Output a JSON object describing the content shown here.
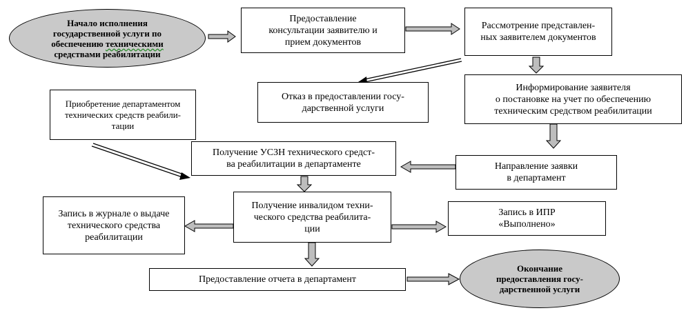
{
  "nodes": {
    "start": {
      "lines": [
        "Начало исполнения",
        "государственной услуги по",
        "обеспечению ",
        "средствами реабилитации"
      ],
      "underlined_word": "техническими"
    },
    "consult": "Предоставление\nконсультации заявителю  и\nприем документов",
    "review": "Рассмотрение представлен-\nных заявителем документов",
    "refusal": "Отказ в предоставлении госу-\nдарственной услуги",
    "inform": "Информирование заявителя\nо постановке на учет  по обеспечению\nтехническим средством реабилитации",
    "purchase": "Приобретение департаментом\nтехнических средств реабили-\nтации",
    "receive_uszn": "Получение УСЗН технического средст-\nва реабилитации в департаменте",
    "request": "Направление заявки\nв департамент",
    "journal": "Запись в журнале о выдаче\nтехнического средства\nреабилитации",
    "receive_disabled": "Получение инвалидом техни-\nческого средства реабилита-\nции",
    "ipr": "Запись в ИПР\n«Выполнено»",
    "report": "Предоставление отчета в департамент",
    "end": "Окончание\nпредоставления госу-\nдарственной услуги"
  },
  "colors": {
    "arrow_fill": "#bdbdbd",
    "oval_fill": "#c9c9c9",
    "border": "#000000"
  }
}
